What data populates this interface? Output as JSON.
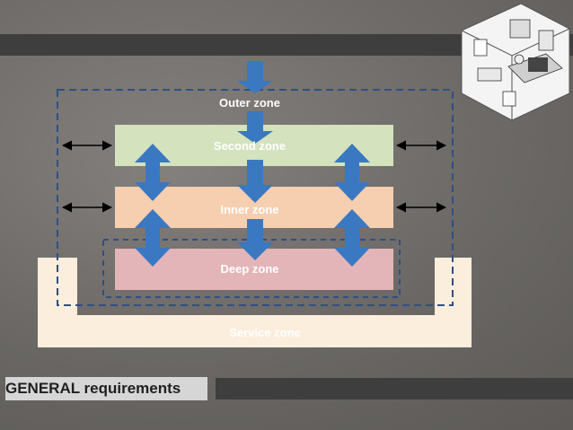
{
  "zones": {
    "outer": "Outer zone",
    "second": "Second zone",
    "inner": "Inner zone",
    "deep": "Deep zone",
    "service": "Service zone"
  },
  "footer": {
    "title": "GENERAL requirements"
  },
  "colors": {
    "second_zone": "#d4e2bd",
    "inner_zone": "#f6cfb0",
    "deep_zone": "#e3b5b9",
    "service_zone": "#fbeedd",
    "arrow_blue": "#3a78c2",
    "dash_blue": "#2f4f86",
    "dark_bar": "#3e3e3e"
  },
  "icons": [
    "room-sketch-thumbnail",
    "double-arrow-horizontal",
    "double-arrow-vertical",
    "down-arrow"
  ]
}
